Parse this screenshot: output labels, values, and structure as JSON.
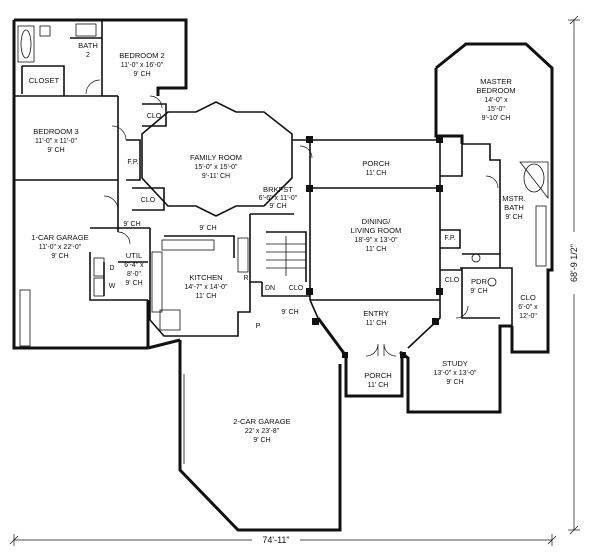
{
  "rooms": {
    "bath2": {
      "name": "BATH",
      "dim1": "2"
    },
    "bedroom2": {
      "name": "BEDROOM 2",
      "dim1": "11'-0\" x 16'-0\"",
      "dim2": "9' CH"
    },
    "closet": {
      "name": "CLOSET"
    },
    "bedroom3": {
      "name": "BEDROOM 3",
      "dim1": "11'-0\" x 11'-0\"",
      "dim2": "9' CH"
    },
    "garage1": {
      "name": "1-CAR GARAGE",
      "dim1": "11'-0\" x 22'-0\"",
      "dim2": "9' CH"
    },
    "family": {
      "name": "FAMILY ROOM",
      "dim1": "15'-0\" x 15'-0\"",
      "dim2": "9'-11' CH"
    },
    "brkfst": {
      "name": "BRKFST",
      "dim1": "6'-6\" x 11'-0\"",
      "dim2": "9' CH"
    },
    "porch_top": {
      "name": "PORCH",
      "dim1": "11' CH"
    },
    "master": {
      "name": "MASTER",
      "name2": "BEDROOM",
      "dim1": "14'-0\" x",
      "dim2": "15'-0\"",
      "dim3": "9'-10' CH"
    },
    "mstr_bath": {
      "name": "MSTR.",
      "name2": "BATH",
      "dim1": "9' CH"
    },
    "dining": {
      "name": "DINING/",
      "name2": "LIVING ROOM",
      "dim1": "18'-9\" x 13'-0\"",
      "dim2": "11' CH"
    },
    "util": {
      "name": "UTIL",
      "dim1": "6'-4\" x",
      "dim2": "8'-0\"",
      "dim3": "9' CH"
    },
    "kitchen": {
      "name": "KITCHEN",
      "dim1": "14'-7\" x 14'-0\"",
      "dim2": "11' CH"
    },
    "entry": {
      "name": "ENTRY",
      "dim1": "11' CH"
    },
    "pdr": {
      "name": "PDR",
      "dim1": "9' CH"
    },
    "clo_master": {
      "name": "CLO",
      "dim1": "6'-0\" x",
      "dim2": "12'-0\""
    },
    "porch_front": {
      "name": "PORCH",
      "dim1": "11' CH"
    },
    "study": {
      "name": "STUDY",
      "dim1": "13'-0\" x 13'-0\"",
      "dim2": "9' CH"
    },
    "garage2": {
      "name": "2-CAR GARAGE",
      "dim1": "22' x 23'-8\"",
      "dim2": "9' CH"
    }
  },
  "tags": {
    "clo_a": "CLO",
    "clo_b": "CLO",
    "clo_c": "CLO",
    "clo_pdr": "CLO",
    "fp_family": "F.P.",
    "fp_dining": "F.P.",
    "ch_hall": "9' CH",
    "ch_family_low": "9' CH",
    "ch_entry_hall": "9' CH",
    "dn": "DN",
    "r": "R",
    "p": "P",
    "d": "D",
    "w": "W"
  },
  "dimensions": {
    "overall_width": "74'-11\"",
    "overall_depth": "68'-9 1/2\""
  }
}
